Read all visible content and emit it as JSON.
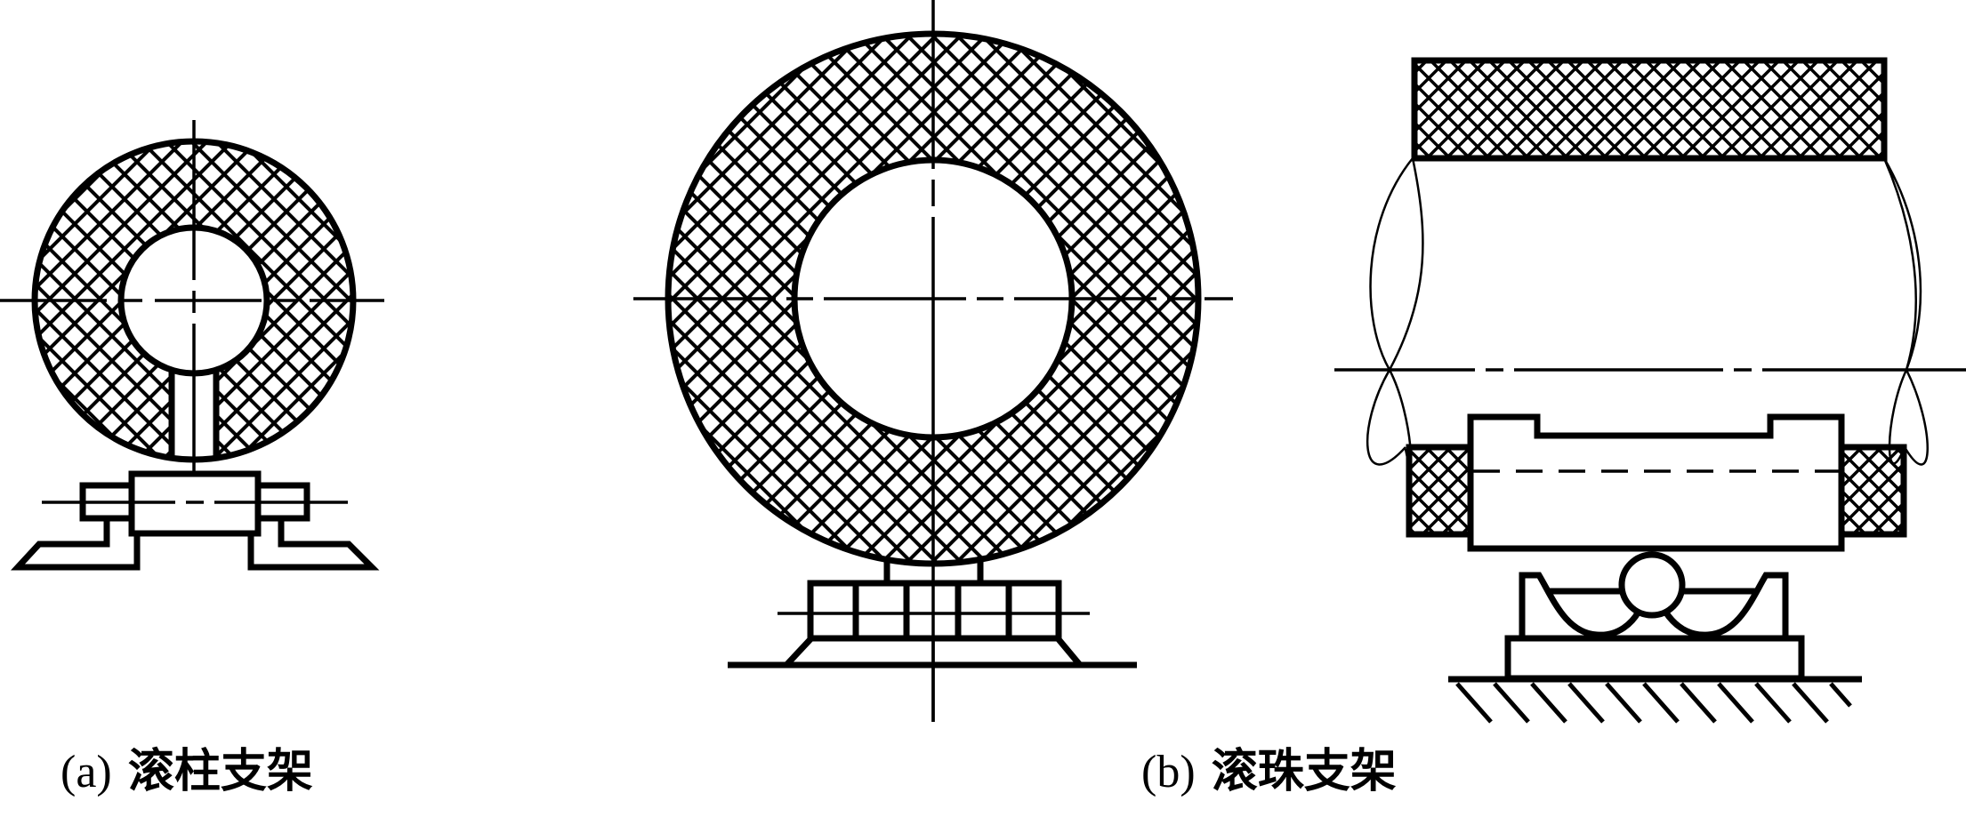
{
  "figure": {
    "subfigures": [
      {
        "id": "a",
        "label": "(a)",
        "title": "滚柱支架"
      },
      {
        "id": "b",
        "label": "(b)",
        "title": "滚珠支架"
      }
    ]
  },
  "style": {
    "stroke": "#000000",
    "background": "#ffffff"
  }
}
